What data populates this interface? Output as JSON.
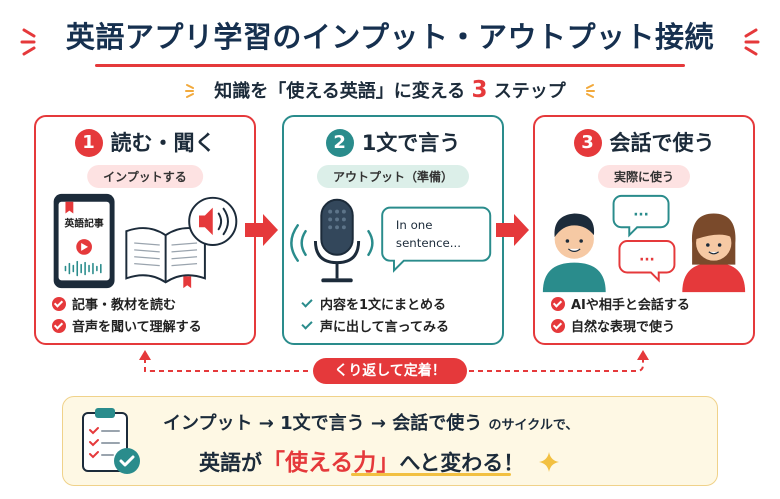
{
  "title": "英語アプリ学習のインプット・アウトプット接続",
  "subtitle": {
    "before": "知識を「使える英語」に変える",
    "number": "3",
    "after": "ステップ"
  },
  "steps": [
    {
      "number": "1",
      "heading": "読む・聞く",
      "pill": "インプットする",
      "tablet_label": "英語記事",
      "checks": [
        "記事・教材を読む",
        "音声を聞いて理解する"
      ]
    },
    {
      "number": "2",
      "heading": "1文で言う",
      "pill": "アウトプット（準備）",
      "bubble_line1": "In one",
      "bubble_line2": "sentence...",
      "checks": [
        "内容を1文にまとめる",
        "声に出して言ってみる"
      ]
    },
    {
      "number": "3",
      "heading": "会話で使う",
      "pill": "実際に使う",
      "bubble_dots": "...",
      "checks": [
        "AIや相手と会話する",
        "自然な表現で使う"
      ]
    }
  ],
  "loop_label": "くり返して定着！",
  "summary": {
    "line1_main": "インプット → 1文で言う → 会話で使う",
    "line1_small": "のサイクルで、",
    "line2_pre": "英語が",
    "line2_em": "「使える力」",
    "line2_post": "へと変わる！"
  },
  "colors": {
    "accent_red": "#e5393b",
    "accent_teal": "#2a8c8c",
    "navy": "#16304f",
    "summary_bg": "#fef8e4"
  }
}
